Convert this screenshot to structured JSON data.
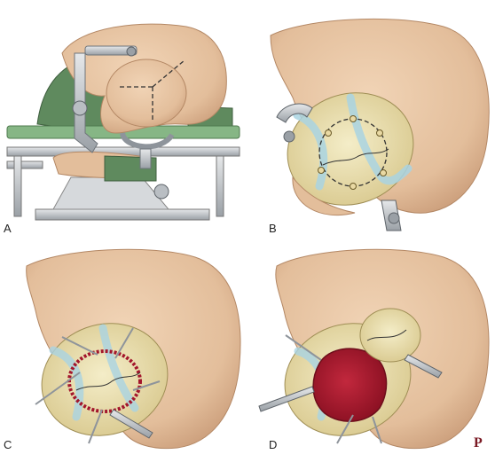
{
  "figure": {
    "panels": [
      {
        "id": "A",
        "label": "A"
      },
      {
        "id": "B",
        "label": "B"
      },
      {
        "id": "C",
        "label": "C"
      },
      {
        "id": "D",
        "label": "D"
      }
    ],
    "publisher_mark": "P",
    "colors": {
      "skin": "#e7c5a4",
      "skin_shadow": "#c99b78",
      "drape_green": "#5f8a5e",
      "table_green": "#7fb07e",
      "steel": "#c9ccd0",
      "steel_dark": "#8e949b",
      "bone": "#efe6b8",
      "dura_red": "#a3162c",
      "vessel_blue": "#a9d3e2"
    }
  }
}
